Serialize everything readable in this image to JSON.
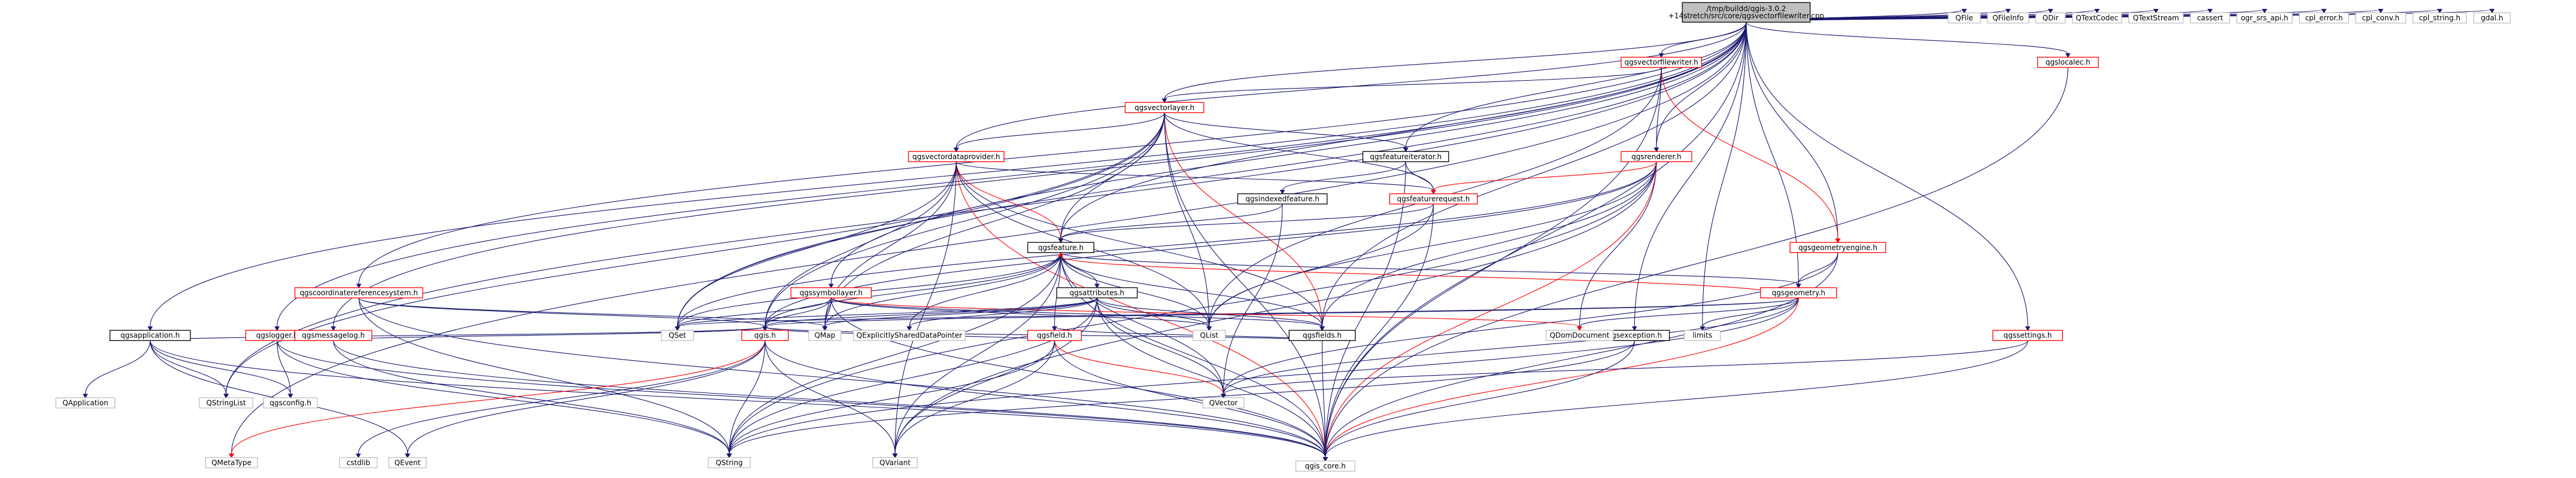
{
  "nodes": {
    "root": {
      "label": [
        "/tmp/buildd/qgis-3.0.2",
        "+14stretch/src/core/qgsvectorfilewriter.cpp"
      ],
      "style": "root"
    },
    "qgsvectorfilewriter_h": {
      "label": [
        "qgsvectorfilewriter.h"
      ],
      "style": "red"
    },
    "qgsvectorlayer_h": {
      "label": [
        "qgsvectorlayer.h"
      ],
      "style": "red"
    },
    "qgsvectordataprovider_h": {
      "label": [
        "qgsvectordataprovider.h"
      ],
      "style": "red"
    },
    "qgsfeatureiterator_h": {
      "label": [
        "qgsfeatureiterator.h"
      ],
      "style": "black"
    },
    "qgsrenderer_h": {
      "label": [
        "qgsrenderer.h"
      ],
      "style": "red"
    },
    "qgsfeaturerequest_h": {
      "label": [
        "qgsfeaturerequest.h"
      ],
      "style": "red"
    },
    "qgsindexedfeature_h": {
      "label": [
        "qgsindexedfeature.h"
      ],
      "style": "black"
    },
    "qgsfeature_h": {
      "label": [
        "qgsfeature.h"
      ],
      "style": "black"
    },
    "qgsgeometryengine_h": {
      "label": [
        "qgsgeometryengine.h"
      ],
      "style": "red"
    },
    "qgscoordinatereferencesystem_h": {
      "label": [
        "qgscoordinatereferencesystem.h"
      ],
      "style": "red"
    },
    "qgssymbollayer_h": {
      "label": [
        "qgssymbollayer.h"
      ],
      "style": "red"
    },
    "qgsattributes_h": {
      "label": [
        "qgsattributes.h"
      ],
      "style": "black"
    },
    "qgsgeometry_h": {
      "label": [
        "qgsgeometry.h"
      ],
      "style": "red"
    },
    "qgsfields_h": {
      "label": [
        "qgsfields.h"
      ],
      "style": "black"
    },
    "qgsapplication_h": {
      "label": [
        "qgsapplication.h"
      ],
      "style": "black"
    },
    "qgslogger_h": {
      "label": [
        "qgslogger.h"
      ],
      "style": "red"
    },
    "qgsmessagelog_h": {
      "label": [
        "qgsmessagelog.h"
      ],
      "style": "red"
    },
    "qgsfield_h": {
      "label": [
        "qgsfield.h"
      ],
      "style": "red"
    },
    "qgis_h": {
      "label": [
        "qgis.h"
      ],
      "style": "red"
    },
    "qgsexception_h": {
      "label": [
        "qgsexception.h"
      ],
      "style": "black"
    },
    "qgssettings_h": {
      "label": [
        "qgssettings.h"
      ],
      "style": "red"
    },
    "qgslocalec_h": {
      "label": [
        "qgslocalec.h"
      ],
      "style": "red"
    },
    "qgis_core_h": {
      "label": [
        "qgis_core.h"
      ],
      "style": "grey"
    },
    "QFile": {
      "label": [
        "QFile"
      ],
      "style": "grey"
    },
    "QFileInfo": {
      "label": [
        "QFileInfo"
      ],
      "style": "grey"
    },
    "QDir": {
      "label": [
        "QDir"
      ],
      "style": "grey"
    },
    "QTextCodec": {
      "label": [
        "QTextCodec"
      ],
      "style": "grey"
    },
    "QTextStream": {
      "label": [
        "QTextStream"
      ],
      "style": "grey"
    },
    "cassert": {
      "label": [
        "cassert"
      ],
      "style": "grey"
    },
    "ogr_srs_api_h": {
      "label": [
        "ogr_srs_api.h"
      ],
      "style": "grey"
    },
    "cpl_error_h": {
      "label": [
        "cpl_error.h"
      ],
      "style": "grey"
    },
    "cpl_conv_h": {
      "label": [
        "cpl_conv.h"
      ],
      "style": "grey"
    },
    "cpl_string_h": {
      "label": [
        "cpl_string.h"
      ],
      "style": "grey"
    },
    "gdal_h": {
      "label": [
        "gdal.h"
      ],
      "style": "grey"
    },
    "QSet": {
      "label": [
        "QSet"
      ],
      "style": "grey"
    },
    "QMap": {
      "label": [
        "QMap"
      ],
      "style": "grey"
    },
    "QExplicitlySharedDataPointer": {
      "label": [
        "QExplicitlySharedDataPointer"
      ],
      "style": "grey"
    },
    "QList": {
      "label": [
        "QList"
      ],
      "style": "grey"
    },
    "QDomDocument": {
      "label": [
        "QDomDocument"
      ],
      "style": "grey"
    },
    "limits": {
      "label": [
        "limits"
      ],
      "style": "grey"
    },
    "QApplication": {
      "label": [
        "QApplication"
      ],
      "style": "grey"
    },
    "QStringList": {
      "label": [
        "QStringList"
      ],
      "style": "grey"
    },
    "qgsconfig_h": {
      "label": [
        "qgsconfig.h"
      ],
      "style": "grey"
    },
    "QVector": {
      "label": [
        "QVector"
      ],
      "style": "grey"
    },
    "QMetaType": {
      "label": [
        "QMetaType"
      ],
      "style": "grey"
    },
    "cstdlib": {
      "label": [
        "cstdlib"
      ],
      "style": "grey"
    },
    "QEvent": {
      "label": [
        "QEvent"
      ],
      "style": "grey"
    },
    "QString": {
      "label": [
        "QString"
      ],
      "style": "grey"
    },
    "QVariant": {
      "label": [
        "QVariant"
      ],
      "style": "grey"
    }
  },
  "edges": [
    [
      "root",
      "qgsvectorfilewriter_h"
    ],
    [
      "root",
      "qgsvectorlayer_h"
    ],
    [
      "root",
      "qgsvectordataprovider_h"
    ],
    [
      "root",
      "qgsfeatureiterator_h"
    ],
    [
      "root",
      "qgsrenderer_h"
    ],
    [
      "root",
      "qgsgeometryengine_h"
    ],
    [
      "root",
      "qgsgeometry_h"
    ],
    [
      "root",
      "qgsfeature_h"
    ],
    [
      "root",
      "qgscoordinatereferencesystem_h"
    ],
    [
      "root",
      "qgssymbollayer_h"
    ],
    [
      "root",
      "qgsapplication_h"
    ],
    [
      "root",
      "qgslogger_h"
    ],
    [
      "root",
      "qgsmessagelog_h"
    ],
    [
      "root",
      "qgsfields_h"
    ],
    [
      "root",
      "qgsexception_h"
    ],
    [
      "root",
      "qgssettings_h"
    ],
    [
      "root",
      "qgslocalec_h"
    ],
    [
      "root",
      "qgis_core_h"
    ],
    [
      "root",
      "QSet"
    ],
    [
      "root",
      "QFile"
    ],
    [
      "root",
      "QFileInfo"
    ],
    [
      "root",
      "QDir"
    ],
    [
      "root",
      "QTextCodec"
    ],
    [
      "root",
      "QTextStream"
    ],
    [
      "root",
      "cassert"
    ],
    [
      "root",
      "ogr_srs_api_h"
    ],
    [
      "root",
      "cpl_error_h"
    ],
    [
      "root",
      "cpl_conv_h"
    ],
    [
      "root",
      "cpl_string_h"
    ],
    [
      "root",
      "gdal_h"
    ],
    [
      "root",
      "QMetaType"
    ],
    [
      "root",
      "limits"
    ],
    [
      "root",
      "QStringList"
    ],
    [
      "qgsvectorfilewriter_h",
      "qgsvectorlayer_h"
    ],
    [
      "qgsvectorfilewriter_h",
      "qgsrenderer_h"
    ],
    [
      "qgsvectorfilewriter_h",
      "qgsgeometryengine_h"
    ],
    [
      "qgsvectorfilewriter_h",
      "qgis_core_h"
    ],
    [
      "qgsvectorfilewriter_h",
      "QList"
    ],
    [
      "qgsvectorlayer_h",
      "qgsvectordataprovider_h"
    ],
    [
      "qgsvectorlayer_h",
      "qgsfeatureiterator_h"
    ],
    [
      "qgsvectorlayer_h",
      "qgsfeaturerequest_h"
    ],
    [
      "qgsvectorlayer_h",
      "qgsfeature_h"
    ],
    [
      "qgsvectorlayer_h",
      "qgsfields_h"
    ],
    [
      "qgsvectorlayer_h",
      "QList"
    ],
    [
      "qgsvectorlayer_h",
      "QSet"
    ],
    [
      "qgsvectorlayer_h",
      "QMap"
    ],
    [
      "qgsvectorlayer_h",
      "qgis_h"
    ],
    [
      "qgsvectorlayer_h",
      "QStringList"
    ],
    [
      "qgsvectorlayer_h",
      "qgis_core_h"
    ],
    [
      "qgsvectordataprovider_h",
      "qgsfeature_h"
    ],
    [
      "qgsvectordataprovider_h",
      "qgsfeaturerequest_h"
    ],
    [
      "qgsvectordataprovider_h",
      "qgsfields_h"
    ],
    [
      "qgsvectordataprovider_h",
      "QSet"
    ],
    [
      "qgsvectordataprovider_h",
      "QMap"
    ],
    [
      "qgsvectordataprovider_h",
      "QList"
    ],
    [
      "qgsvectordataprovider_h",
      "qgis_h"
    ],
    [
      "qgsvectordataprovider_h",
      "qgis_core_h"
    ],
    [
      "qgsvectordataprovider_h",
      "QVariant"
    ],
    [
      "qgsfeatureiterator_h",
      "qgsfeaturerequest_h"
    ],
    [
      "qgsfeatureiterator_h",
      "qgsindexedfeature_h"
    ],
    [
      "qgsfeatureiterator_h",
      "qgis_core_h"
    ],
    [
      "qgsindexedfeature_h",
      "qgsfeature_h"
    ],
    [
      "qgsindexedfeature_h",
      "QVector"
    ],
    [
      "qgsrenderer_h",
      "qgsfeaturerequest_h"
    ],
    [
      "qgsrenderer_h",
      "qgsfields_h"
    ],
    [
      "qgsrenderer_h",
      "QList"
    ],
    [
      "qgsrenderer_h",
      "QDomDocument"
    ],
    [
      "qgsrenderer_h",
      "qgis_h"
    ],
    [
      "qgsrenderer_h",
      "QString"
    ],
    [
      "qgsrenderer_h",
      "QVariant"
    ],
    [
      "qgsrenderer_h",
      "qgis_core_h"
    ],
    [
      "qgsrenderer_h",
      "QSet"
    ],
    [
      "qgsfeaturerequest_h",
      "qgsfeature_h"
    ],
    [
      "qgsfeaturerequest_h",
      "QList"
    ],
    [
      "qgsfeaturerequest_h",
      "qgis_core_h"
    ],
    [
      "qgsfeature_h",
      "qgsattributes_h"
    ],
    [
      "qgsfeature_h",
      "qgsfields_h"
    ],
    [
      "qgsfeature_h",
      "qgsgeometry_h"
    ],
    [
      "qgsfeature_h",
      "QSet"
    ],
    [
      "qgsfeature_h",
      "QMap"
    ],
    [
      "qgsfeature_h",
      "QList"
    ],
    [
      "qgsfeature_h",
      "QVector"
    ],
    [
      "qgsfeature_h",
      "QExplicitlySharedDataPointer"
    ],
    [
      "qgsfeature_h",
      "qgis_h"
    ],
    [
      "qgsfeature_h",
      "QString"
    ],
    [
      "qgsfeature_h",
      "QVariant"
    ],
    [
      "qgsfeature_h",
      "qgis_core_h"
    ],
    [
      "qgsfeature_h",
      "qgsfield_h"
    ],
    [
      "qgsgeometryengine_h",
      "qgsgeometry_h"
    ],
    [
      "qgsgeometryengine_h",
      "QVector"
    ],
    [
      "qgsgeometryengine_h",
      "qgis_core_h"
    ],
    [
      "qgsgeometry_h",
      "qgsfeature_h"
    ],
    [
      "qgsgeometry_h",
      "QDomDocument"
    ],
    [
      "qgsgeometry_h",
      "QSet"
    ],
    [
      "qgsgeometry_h",
      "limits"
    ],
    [
      "qgsgeometry_h",
      "qgis_h"
    ],
    [
      "qgsgeometry_h",
      "QVector"
    ],
    [
      "qgsgeometry_h",
      "QString"
    ],
    [
      "qgsgeometry_h",
      "qgis_core_h"
    ],
    [
      "qgscoordinatereferencesystem_h",
      "QMap"
    ],
    [
      "qgscoordinatereferencesystem_h",
      "qgis_h"
    ],
    [
      "qgscoordinatereferencesystem_h",
      "QString"
    ],
    [
      "qgscoordinatereferencesystem_h",
      "qgis_core_h"
    ],
    [
      "qgssymbollayer_h",
      "QMap"
    ],
    [
      "qgssymbollayer_h",
      "QSet"
    ],
    [
      "qgssymbollayer_h",
      "QDomDocument"
    ],
    [
      "qgssymbollayer_h",
      "qgsfields_h"
    ],
    [
      "qgssymbollayer_h",
      "qgis_h"
    ],
    [
      "qgssymbollayer_h",
      "QList"
    ],
    [
      "qgssymbollayer_h",
      "qgis_core_h"
    ],
    [
      "qgsattributes_h",
      "QMap"
    ],
    [
      "qgsattributes_h",
      "QExplicitlySharedDataPointer"
    ],
    [
      "qgsattributes_h",
      "QList"
    ],
    [
      "qgsattributes_h",
      "QVector"
    ],
    [
      "qgsattributes_h",
      "qgsfields_h"
    ],
    [
      "qgsattributes_h",
      "qgis_h"
    ],
    [
      "qgsattributes_h",
      "QString"
    ],
    [
      "qgsattributes_h",
      "QVariant"
    ],
    [
      "qgsattributes_h",
      "qgis_core_h"
    ],
    [
      "qgsattributes_h",
      "QSet"
    ],
    [
      "qgsfields_h",
      "qgsfield_h"
    ],
    [
      "qgsfields_h",
      "qgis_h"
    ],
    [
      "qgsfields_h",
      "qgis_core_h"
    ],
    [
      "qgsfield_h",
      "qgis_h"
    ],
    [
      "qgsfield_h",
      "QString"
    ],
    [
      "qgsfield_h",
      "QVariant"
    ],
    [
      "qgsfield_h",
      "QVector"
    ],
    [
      "qgsfield_h",
      "qgis_core_h"
    ],
    [
      "qgsapplication_h",
      "QApplication"
    ],
    [
      "qgsapplication_h",
      "QStringList"
    ],
    [
      "qgsapplication_h",
      "qgsconfig_h"
    ],
    [
      "qgsapplication_h",
      "qgis_h"
    ],
    [
      "qgsapplication_h",
      "QEvent"
    ],
    [
      "qgsapplication_h",
      "qgis_core_h"
    ],
    [
      "qgslogger_h",
      "qgsconfig_h"
    ],
    [
      "qgslogger_h",
      "QString"
    ],
    [
      "qgslogger_h",
      "qgis_core_h"
    ],
    [
      "qgsmessagelog_h",
      "qgis_h"
    ],
    [
      "qgsmessagelog_h",
      "QString"
    ],
    [
      "qgsmessagelog_h",
      "qgis_core_h"
    ],
    [
      "qgis_h",
      "QMetaType"
    ],
    [
      "qgis_h",
      "QVariant"
    ],
    [
      "qgis_h",
      "QEvent"
    ],
    [
      "qgis_h",
      "cstdlib"
    ],
    [
      "qgis_h",
      "QString"
    ],
    [
      "qgis_h",
      "qgis_core_h"
    ],
    [
      "qgsexception_h",
      "QString"
    ],
    [
      "qgsexception_h",
      "qgis_core_h"
    ],
    [
      "qgssettings_h",
      "QVector"
    ],
    [
      "qgssettings_h",
      "qgis_core_h"
    ],
    [
      "qgslocalec_h",
      "qgis_core_h"
    ]
  ]
}
